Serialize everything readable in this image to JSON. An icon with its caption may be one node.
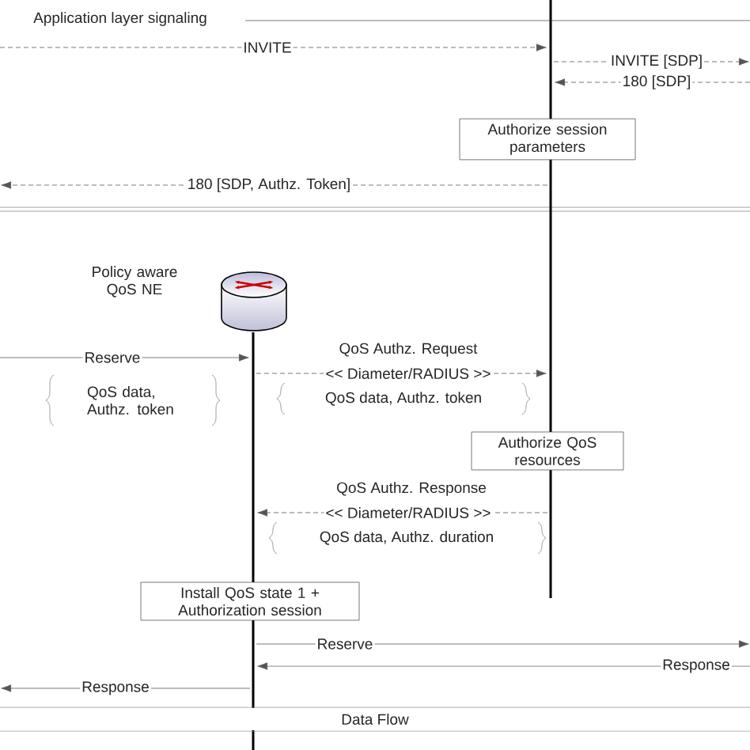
{
  "diagram": {
    "nodes": [
      {
        "text": [],
        "shape": "bar"
      },
      {
        "text": [
          "Authorize session parameters"
        ]
      },
      {
        "text": [],
        "shape": "cylinder",
        "beside": [
          "Policy aware QoS NE"
        ]
      },
      {
        "text": [],
        "shape": "bar"
      },
      {
        "text": [
          "Authorize QoS resources"
        ]
      },
      {
        "text": [
          "Install QoS state 1 + Authorization session"
        ]
      },
      {
        "text": [
          "Data Flow"
        ]
      }
    ],
    "edges": [
      {
        "from": null,
        "to": 0,
        "arrow": "to",
        "label": "INVITE",
        "style": "dashed"
      },
      {
        "from": 0,
        "to": null,
        "arrow": "to",
        "label": "INVITE [SDP]",
        "style": "dashed"
      },
      {
        "from": null,
        "to": 0,
        "arrow": "to",
        "label": "180 [SDP]",
        "style": "dashed"
      },
      {
        "from": 0,
        "to": null,
        "arrow": "to",
        "label": "180 [SDP, Authz. Token]",
        "style": "dashed"
      },
      {
        "from": null,
        "to": 3,
        "arrow": "to",
        "label": "Reserve"
      },
      {
        "from": 3,
        "to": 0,
        "arrow": "to",
        "label": "<< Diameter/RADIUS >>",
        "style": "dashed"
      },
      {
        "from": 0,
        "to": 3,
        "arrow": "to",
        "label": "<< Diameter/RADIUS >>",
        "style": "dashed"
      },
      {
        "from": 3,
        "to": null,
        "arrow": "to",
        "label": "Reserve"
      },
      {
        "from": null,
        "to": 3,
        "arrow": "to",
        "label": "Response"
      },
      {
        "from": 3,
        "to": null,
        "arrow": "to",
        "label": "Response"
      }
    ],
    "labels": [
      "Application layer signaling",
      "QoS Authz. Request",
      "QoS data, Authz. token",
      "QoS data, Authz. token",
      "QoS Authz. Response",
      "QoS data, Authz. duration"
    ]
  }
}
